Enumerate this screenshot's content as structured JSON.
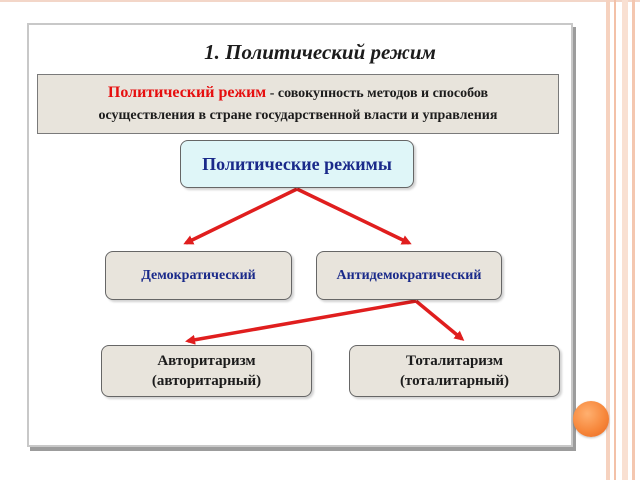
{
  "title": "1. Политический режим",
  "definition": {
    "term": "Политический режим",
    "rest_line1": " - совокупность методов и способов",
    "line2": "осуществления в стране государственной власти и управления"
  },
  "root_node": "Политические режимы",
  "level2": {
    "left": "Демократический",
    "right": "Антидемократический"
  },
  "level3": {
    "left_line1": "Авторитаризм",
    "left_line2": "(авторитарный)",
    "right_line1": "Тоталитаризм",
    "right_line2": "(тоталитарный)"
  },
  "colors": {
    "arrow": "#e01e1e",
    "term": "#e60f0f",
    "node_text": "#1a2a8a",
    "root_fill": "#dff6f8",
    "node_fill": "#e8e4dc"
  }
}
